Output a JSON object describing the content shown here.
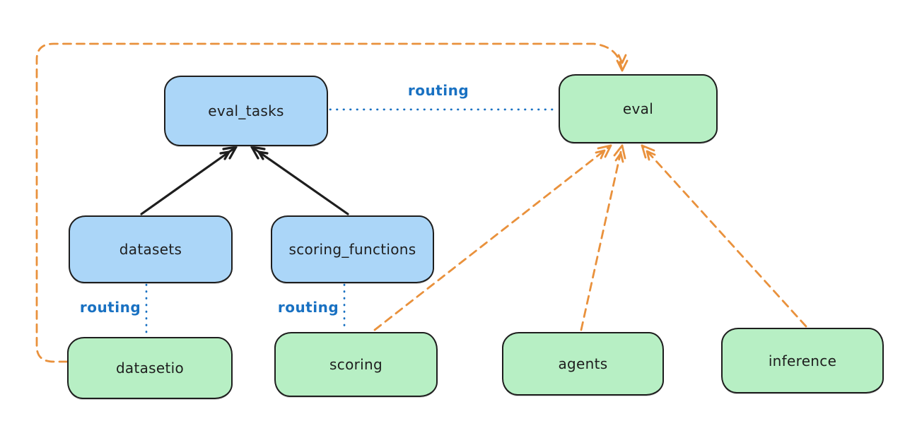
{
  "diagram": {
    "background": "#ffffff",
    "colors": {
      "blue_fill": "#abd6f8",
      "green_fill": "#b7efc4",
      "node_border": "#1e1e1e",
      "node_text": "#1e1e1e",
      "routing_blue": "#1971c2",
      "orange": "#e9913c",
      "black_arrow": "#1e1e1e"
    },
    "nodes": [
      {
        "id": "eval_tasks",
        "label": "eval_tasks",
        "fill": "blue"
      },
      {
        "id": "eval",
        "label": "eval",
        "fill": "green"
      },
      {
        "id": "datasets",
        "label": "datasets",
        "fill": "blue"
      },
      {
        "id": "scoring_functions",
        "label": "scoring_functions",
        "fill": "blue"
      },
      {
        "id": "datasetio",
        "label": "datasetio",
        "fill": "green"
      },
      {
        "id": "scoring",
        "label": "scoring",
        "fill": "green"
      },
      {
        "id": "agents",
        "label": "agents",
        "fill": "green"
      },
      {
        "id": "inference",
        "label": "inference",
        "fill": "green"
      }
    ],
    "edges": [
      {
        "from": "eval_tasks",
        "to": "eval",
        "style": "dotted-blue",
        "label": "routing"
      },
      {
        "from": "datasets",
        "to": "datasetio",
        "style": "dotted-blue",
        "label": "routing"
      },
      {
        "from": "scoring_functions",
        "to": "scoring",
        "style": "dotted-blue",
        "label": "routing"
      },
      {
        "from": "datasets",
        "to": "eval_tasks",
        "style": "solid-black-arrow",
        "label": ""
      },
      {
        "from": "scoring_functions",
        "to": "eval_tasks",
        "style": "solid-black-arrow",
        "label": ""
      },
      {
        "from": "datasetio",
        "to": "eval",
        "style": "dashed-orange-arrow",
        "label": ""
      },
      {
        "from": "scoring",
        "to": "eval",
        "style": "dashed-orange-arrow",
        "label": ""
      },
      {
        "from": "agents",
        "to": "eval",
        "style": "dashed-orange-arrow",
        "label": ""
      },
      {
        "from": "inference",
        "to": "eval",
        "style": "dashed-orange-arrow",
        "label": ""
      }
    ]
  }
}
